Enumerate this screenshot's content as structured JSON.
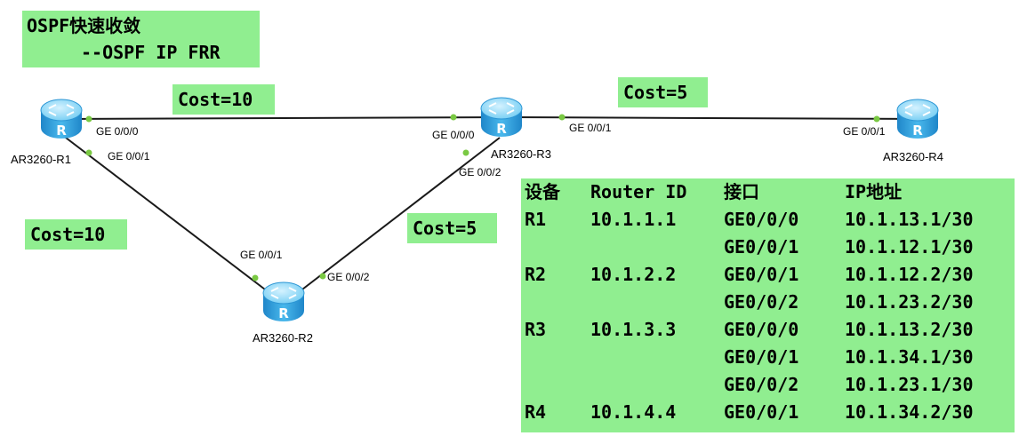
{
  "title": {
    "line1": "OSPF快速收敛",
    "line2": "--OSPF IP FRR"
  },
  "links": [
    {
      "id": "r1-r3",
      "cost": "Cost=10",
      "a_port": "GE 0/0/0",
      "b_port": "GE 0/0/0"
    },
    {
      "id": "r3-r4",
      "cost": "Cost=5",
      "a_port": "GE 0/0/1",
      "b_port": "GE 0/0/1"
    },
    {
      "id": "r1-r2",
      "cost": "Cost=10",
      "a_port": "GE 0/0/1",
      "b_port": "GE 0/0/1"
    },
    {
      "id": "r2-r3",
      "cost": "Cost=5",
      "a_port": "GE 0/0/2",
      "b_port": "GE 0/0/2"
    }
  ],
  "routers": [
    {
      "name": "AR3260-R1",
      "icon": "router-icon"
    },
    {
      "name": "AR3260-R2",
      "icon": "router-icon"
    },
    {
      "name": "AR3260-R3",
      "icon": "router-icon"
    },
    {
      "name": "AR3260-R4",
      "icon": "router-icon"
    }
  ],
  "table": {
    "headers": [
      "设备",
      "Router ID",
      "接口",
      "IP地址"
    ],
    "rows": [
      [
        "R1",
        "10.1.1.1",
        "GE0/0/0",
        "10.1.13.1/30"
      ],
      [
        "",
        "",
        "GE0/0/1",
        "10.1.12.1/30"
      ],
      [
        "R2",
        "10.1.2.2",
        "GE0/0/1",
        "10.1.12.2/30"
      ],
      [
        "",
        "",
        "GE0/0/2",
        "10.1.23.2/30"
      ],
      [
        "R3",
        "10.1.3.3",
        "GE0/0/0",
        "10.1.13.2/30"
      ],
      [
        "",
        "",
        "GE0/0/1",
        "10.1.34.1/30"
      ],
      [
        "",
        "",
        "GE0/0/2",
        "10.1.23.1/30"
      ],
      [
        "R4",
        "10.1.4.4",
        "GE0/0/1",
        "10.1.34.2/30"
      ]
    ]
  },
  "colors": {
    "label_bg": "#90ee90",
    "link": "#1a1a1a",
    "port_dot": "#7ac943",
    "router_light": "#a8e4fb",
    "router_mid": "#3fb2e8",
    "router_dark": "#1a7fc2"
  }
}
